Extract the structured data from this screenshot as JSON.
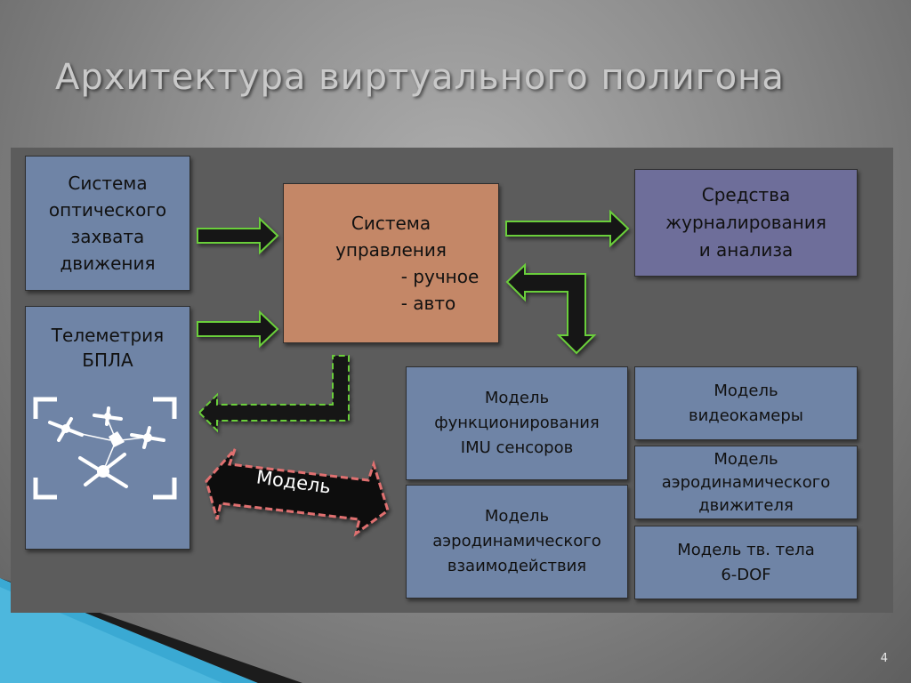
{
  "title": "Архитектура виртуального полигона",
  "page_number": "4",
  "boxes": {
    "optical": {
      "lines": [
        "Система",
        "оптического",
        "захвата",
        "движения"
      ]
    },
    "telemetry": {
      "lines": [
        "Телеметрия",
        "БПЛА"
      ]
    },
    "control": {
      "lines": [
        "Система",
        "управления"
      ],
      "options": [
        "- ручное",
        "- авто"
      ]
    },
    "logging": {
      "lines": [
        "Средства",
        "журналирования",
        "и анализа"
      ]
    },
    "imu": {
      "lines": [
        "Модель",
        "функционирования",
        "IMU сенсоров"
      ]
    },
    "camera": {
      "lines": [
        "Модель",
        "видеокамеры"
      ]
    },
    "engine": {
      "lines": [
        "Модель",
        "аэродинамического",
        "движителя"
      ]
    },
    "aero": {
      "lines": [
        "Модель",
        "аэродинамического",
        "взаимодействия"
      ]
    },
    "body": {
      "lines": [
        "Модель тв. тела",
        "6-DOF"
      ]
    }
  },
  "model_arrow_label": "Модель",
  "colors": {
    "box_blue": "#6f84a6",
    "box_purple": "#6e6e9a",
    "box_orange": "#c48767",
    "arrow_fill": "#151515",
    "arrow_outline_green": "#6bcf3a",
    "arrow_outline_red": "#e07070",
    "accent_cyan": "#3bb2d8"
  }
}
